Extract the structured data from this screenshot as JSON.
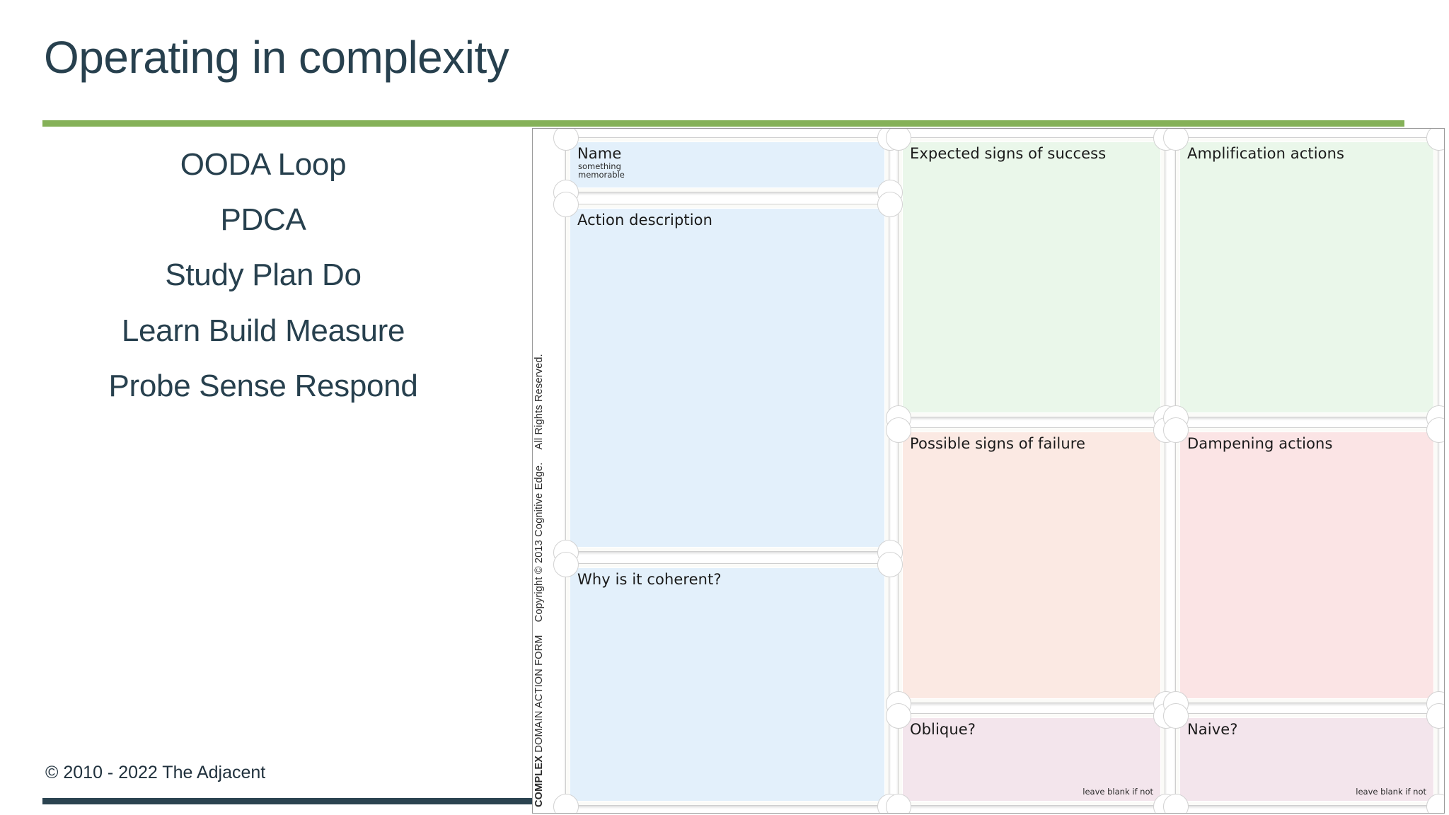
{
  "slide": {
    "title": "Operating in complexity",
    "accent_green": "#85b158",
    "text_color": "#27404e",
    "footer_bar_color": "#2b4350",
    "footer_copyright": "© 2010 - 2022 The Adjacent"
  },
  "loops": {
    "items": [
      {
        "label": "OODA Loop"
      },
      {
        "label": "PDCA"
      },
      {
        "label": "Study Plan Do"
      },
      {
        "label": "Learn Build Measure"
      },
      {
        "label": "Probe Sense Respond"
      }
    ]
  },
  "action_form": {
    "vertical_label": {
      "emphasis": "COMPLEX",
      "form_name": "DOMAIN ACTION FORM",
      "copyright": "Copyright © 2013 Cognitive Edge.",
      "rights": "All Rights Reserved."
    },
    "cells": [
      {
        "id": "name",
        "label": "Name",
        "sublabel": "something\nmemorable",
        "hint": "",
        "fill": "#e3f0fb"
      },
      {
        "id": "action-description",
        "label": "Action description",
        "sublabel": "",
        "hint": "",
        "fill": "#e3f0fb"
      },
      {
        "id": "why-coherent",
        "label": "Why is it coherent?",
        "sublabel": "",
        "hint": "",
        "fill": "#e3f0fb"
      },
      {
        "id": "expected-signs-of-success",
        "label": "Expected signs of success",
        "sublabel": "",
        "hint": "",
        "fill": "#eaf7ea"
      },
      {
        "id": "amplification-actions",
        "label": "Amplification actions",
        "sublabel": "",
        "hint": "",
        "fill": "#eaf7ea"
      },
      {
        "id": "possible-signs-of-failure",
        "label": "Possible signs of failure",
        "sublabel": "",
        "hint": "",
        "fill": "#fbe9e3"
      },
      {
        "id": "dampening-actions",
        "label": "Dampening actions",
        "sublabel": "",
        "hint": "",
        "fill": "#fbe4e5"
      },
      {
        "id": "oblique",
        "label": "Oblique?",
        "sublabel": "",
        "hint": "leave blank if not",
        "fill": "#f3e5ec"
      },
      {
        "id": "naive",
        "label": "Naive?",
        "sublabel": "",
        "hint": "leave blank if not",
        "fill": "#f3e5ec"
      }
    ]
  }
}
